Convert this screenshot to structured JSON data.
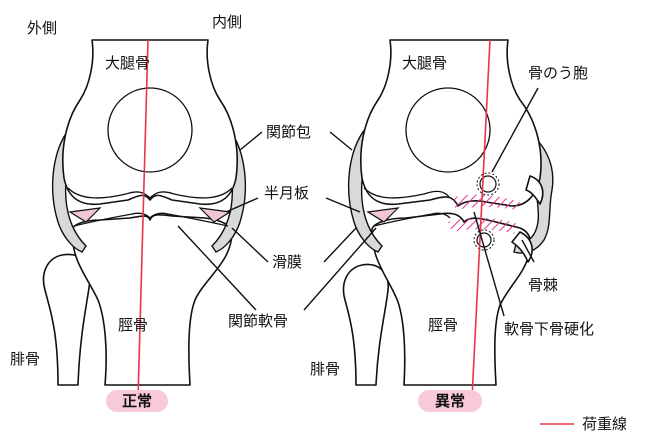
{
  "labels": {
    "lateral": "外側",
    "medial": "内側",
    "femur": "大腿骨",
    "joint_capsule": "関節包",
    "meniscus": "半月板",
    "synovium": "滑膜",
    "articular_cartilage": "関節軟骨",
    "tibia": "脛骨",
    "fibula": "腓骨",
    "bone_cyst": "骨のう胞",
    "osteophyte": "骨棘",
    "subchondral_sclerosis": "軟骨下骨硬化"
  },
  "states": {
    "normal": "正常",
    "abnormal": "異常"
  },
  "legend": {
    "load_line": "荷重線"
  },
  "colors": {
    "load_line": "#e8344f",
    "pill": "#f7c9d9",
    "hatch": "#e0308a",
    "capsule": "#d9d9d9"
  }
}
